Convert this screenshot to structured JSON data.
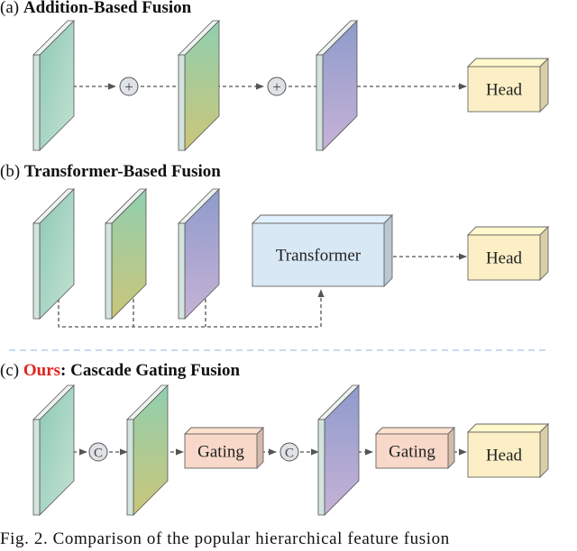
{
  "panels": {
    "a": {
      "prefix": "(a) ",
      "title": "Addition-Based Fusion"
    },
    "b": {
      "prefix": "(b) ",
      "title": "Transformer-Based Fusion"
    },
    "c": {
      "prefix": "(c) ",
      "ours": "Ours",
      "title": ": Cascade Gating Fusion"
    }
  },
  "blocks": {
    "head": "Head",
    "transformer": "Transformer",
    "gating": "Gating"
  },
  "operators": {
    "add": "+",
    "concat": "C"
  },
  "caption": "Fig. 2. Comparison of the popular hierarchical feature fusion",
  "colors": {
    "green_plate": "#a9d7c2",
    "olive_plate": "#bcc88f",
    "purple_plate": "#a6a7d0",
    "head_fill": "#fcefc5",
    "transformer_fill": "#d9e8f5",
    "gating_fill": "#f8d8c8",
    "ours_text": "#e0231c",
    "separator": "#a9c4e6"
  }
}
